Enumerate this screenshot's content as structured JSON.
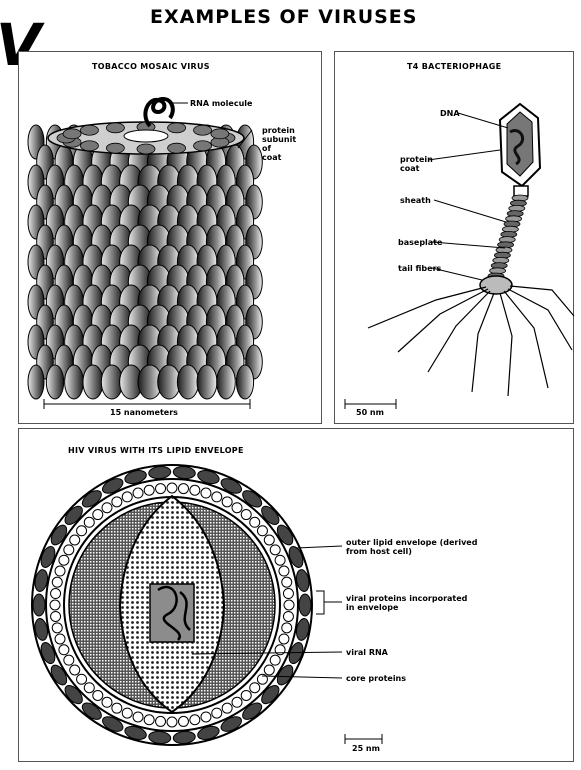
{
  "header": {
    "title": "EXAMPLES OF VIRUSES",
    "corner_mark": "V"
  },
  "tobacco": {
    "title": "TOBACCO MOSAIC VIRUS",
    "label_rna": "RNA molecule",
    "label_protein": "protein\nsubunit\nof\ncoat",
    "scale": "15 nanometers"
  },
  "t4": {
    "title": "T4 BACTERIOPHAGE",
    "label_dna": "DNA",
    "label_coat": "protein\ncoat",
    "label_sheath": "sheath",
    "label_baseplate": "baseplate",
    "label_fibers": "tail fibers",
    "scale": "50 nm"
  },
  "hiv": {
    "title": "HIV VIRUS WITH ITS LIPID ENVELOPE",
    "label_envelope": "outer lipid envelope (derived\nfrom host cell)",
    "label_viral_proteins": "viral proteins incorporated\nin envelope",
    "label_rna": "viral RNA",
    "label_core": "core proteins",
    "scale": "25 nm"
  }
}
